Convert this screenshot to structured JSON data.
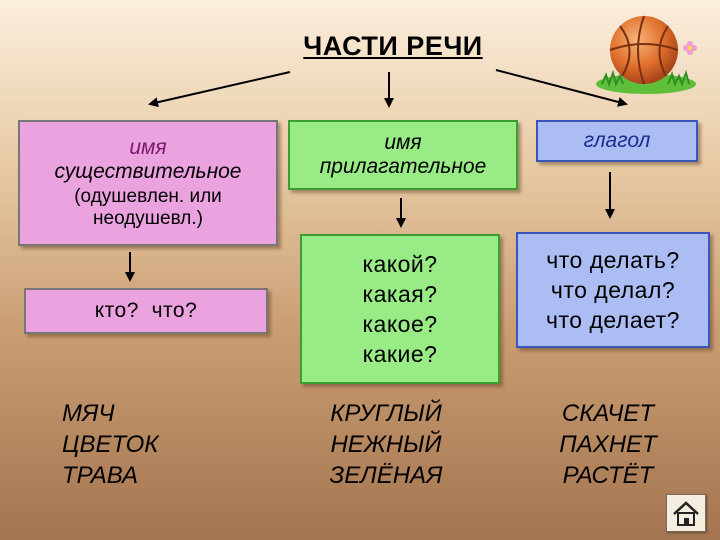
{
  "title": "ЧАСТИ РЕЧИ",
  "noun": {
    "name_line1": "имя",
    "name_line2": "существительное",
    "note_line1": "(одушевлен. или",
    "note_line2": "неодушевл.)",
    "questions": "кто?  что?",
    "examples": [
      "МЯЧ",
      "ЦВЕТОК",
      "ТРАВА"
    ]
  },
  "adjective": {
    "name_line1": "имя",
    "name_line2": "прилагательное",
    "questions": [
      "какой?",
      "какая?",
      "какое?",
      "какие?"
    ],
    "examples": [
      "КРУГЛЫЙ",
      "НЕЖНЫЙ",
      "ЗЕЛЁНАЯ"
    ]
  },
  "verb": {
    "name": "глагол",
    "questions": [
      "что делать?",
      "что делал?",
      "что делает?"
    ],
    "examples": [
      "СКАЧЕТ",
      "ПАХНЕТ",
      "РАСТЁТ"
    ]
  },
  "colors": {
    "noun_box": "#eba3df",
    "adjective_box": "#99eb86",
    "verb_box": "#acbdf4"
  }
}
